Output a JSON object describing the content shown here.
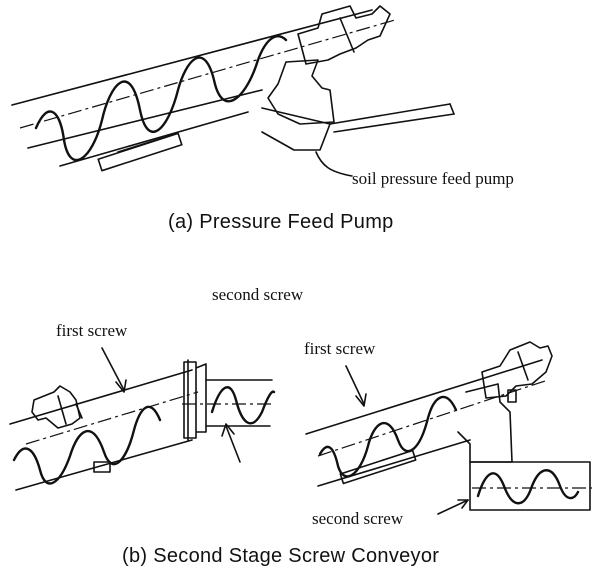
{
  "figure_a": {
    "label": "soil pressure feed pump",
    "caption": "(a) Pressure Feed Pump"
  },
  "figure_b": {
    "left_labels": {
      "top": "second screw",
      "first": "first screw"
    },
    "right_labels": {
      "first": "first screw",
      "second": "second screw"
    },
    "caption": "(b) Second Stage Screw Conveyor"
  }
}
